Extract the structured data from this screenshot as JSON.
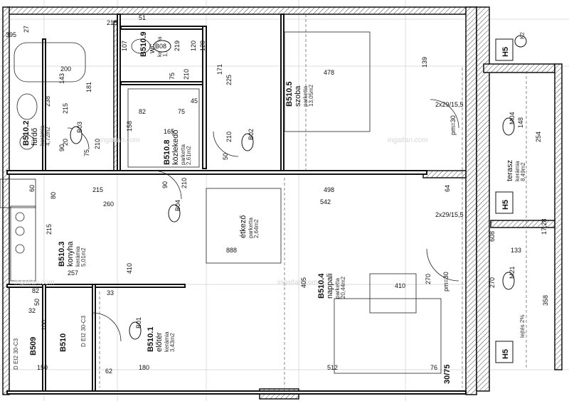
{
  "rooms": [
    {
      "id": "B510.9",
      "name": "wc",
      "floor": "kerámia",
      "area": "1,3m2"
    },
    {
      "id": "B510.5",
      "name": "szoba",
      "floor": "parketta",
      "area": "13,05m2"
    },
    {
      "id": "B510.2",
      "name": "fürdő",
      "floor": "kerámia",
      "area": "4,72m2"
    },
    {
      "id": "B510.8",
      "name": "közlekedő",
      "floor": "parketta",
      "area": "2,61m2"
    },
    {
      "id": "",
      "name": "étkező",
      "floor": "parketta",
      "area": "2,64m2"
    },
    {
      "id": "B510.3",
      "name": "konyha",
      "floor": "kerámia",
      "area": "5,01m2"
    },
    {
      "id": "B510.4",
      "name": "nappali",
      "floor": "parketta",
      "area": "20,44m2"
    },
    {
      "id": "B510.1",
      "name": "előtér",
      "floor": "kerámia",
      "area": "3,43m2"
    },
    {
      "id": "",
      "name": "terasz",
      "floor": "kerámia",
      "area": "8,49m2"
    }
  ],
  "door_tags": [
    "B08",
    "B03",
    "B02",
    "B04",
    "B01",
    "M04",
    "M21"
  ],
  "side_labels": [
    "B510",
    "B509"
  ],
  "axis_tags": [
    "H5",
    "H5",
    "H5"
  ],
  "axis_marks": [
    "K2"
  ],
  "window_labels": [
    "2x29/15,5",
    "2x29/15,5"
  ],
  "slope_labels": [
    "pm=30",
    "pm=30"
  ],
  "partition_labels": [
    "D EI2 30-C3",
    "D EI2 30-C3"
  ],
  "stair_note": "lejtés 2%",
  "pillar_label": "17,28",
  "dimensions": [
    "395",
    "27",
    "215",
    "51",
    "107",
    "219",
    "120",
    "120",
    "478",
    "139",
    "200",
    "143",
    "181",
    "225",
    "171",
    "75",
    "210",
    "238",
    "82",
    "75",
    "45",
    "215",
    "158",
    "165",
    "210",
    "90",
    "50",
    "75",
    "20",
    "210",
    "60",
    "80",
    "215",
    "260",
    "90",
    "210",
    "498",
    "542",
    "64",
    "608",
    "133",
    "254",
    "148",
    "270",
    "405",
    "410",
    "270",
    "410",
    "358",
    "888",
    "257",
    "215",
    "100",
    "150",
    "180",
    "62",
    "512",
    "76",
    "33",
    "32",
    "82",
    "50"
  ],
  "watermarks": [
    "ingatlan.com",
    "ingatlan.com",
    "ingatlan.com",
    "ingatlan.com"
  ],
  "bottom_dim": "30/75"
}
